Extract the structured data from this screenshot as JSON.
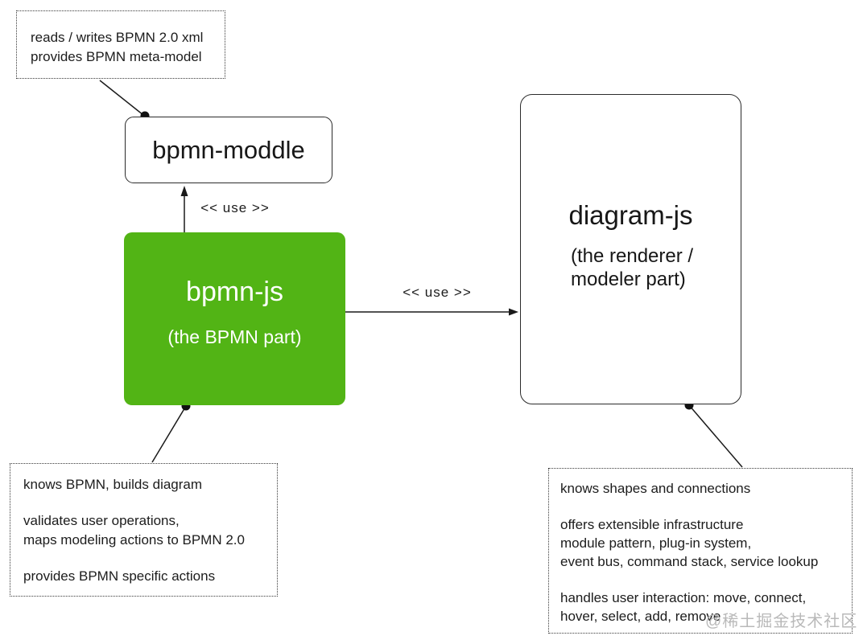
{
  "nodes": {
    "bpmn_moddle": {
      "label": "bpmn-moddle"
    },
    "bpmn_js": {
      "label": "bpmn-js",
      "sublabel": "(the BPMN part)"
    },
    "diagram_js": {
      "label": "diagram-js",
      "sublabel_line1": "(the renderer /",
      "sublabel_line2": "modeler part)"
    }
  },
  "edges": {
    "moddle_use": {
      "label": "<< use >>"
    },
    "diagram_use": {
      "label": "<< use >>"
    }
  },
  "notes": {
    "moddle_note": {
      "lines": [
        "reads / writes BPMN 2.0 xml",
        "provides BPMN meta-model"
      ]
    },
    "bpmn_js_note": {
      "lines": [
        "knows BPMN, builds diagram",
        "validates user operations,",
        "maps modeling actions to BPMN 2.0",
        "provides BPMN specific actions"
      ]
    },
    "diagram_js_note": {
      "lines": [
        "knows shapes and connections",
        "offers extensible infrastructure",
        "module pattern, plug-in system,",
        "event bus, command stack, service lookup",
        "handles user interaction: move, connect,",
        "hover, select, add, remove"
      ]
    }
  },
  "watermark": {
    "text": "@稀土掘金技术社区"
  },
  "colors": {
    "accent_green": "#52b415",
    "line": "#1a1a1a",
    "watermark": "#b9b9b9"
  }
}
